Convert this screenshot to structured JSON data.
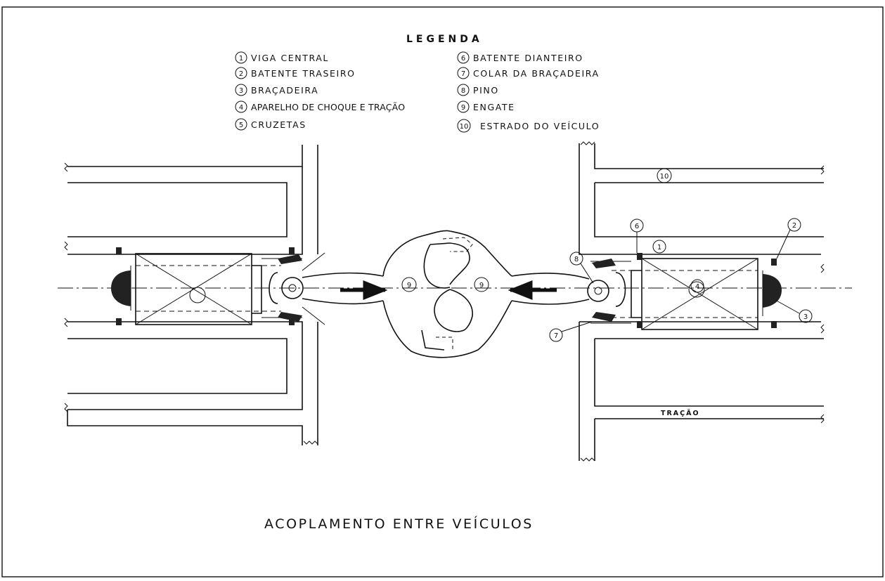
{
  "legend": {
    "title": "LEGENDA",
    "items": [
      {
        "num": "1",
        "label": "VIGA CENTRAL"
      },
      {
        "num": "2",
        "label": "BATENTE TRASEIRO"
      },
      {
        "num": "3",
        "label": "BRAÇADEIRA"
      },
      {
        "num": "4",
        "label": "APARELHO DE CHOQUE E TRAÇÃO"
      },
      {
        "num": "5",
        "label": "CRUZETAS"
      },
      {
        "num": "6",
        "label": "BATENTE DIANTEIRO"
      },
      {
        "num": "7",
        "label": "COLAR DA BRAÇADEIRA"
      },
      {
        "num": "8",
        "label": "PINO"
      },
      {
        "num": "9",
        "label": "ENGATE"
      },
      {
        "num": "10",
        "label": "ESTRADO DO VEÍCULO"
      }
    ]
  },
  "callouts": {
    "c1": "1",
    "c2": "2",
    "c3": "3",
    "c4": "4",
    "c6": "6",
    "c7": "7",
    "c8": "8",
    "c9a": "9",
    "c9b": "9",
    "c10": "10"
  },
  "tracao_label": "TRAÇÃO",
  "title": "ACOPLAMENTO ENTRE VEÍCULOS"
}
